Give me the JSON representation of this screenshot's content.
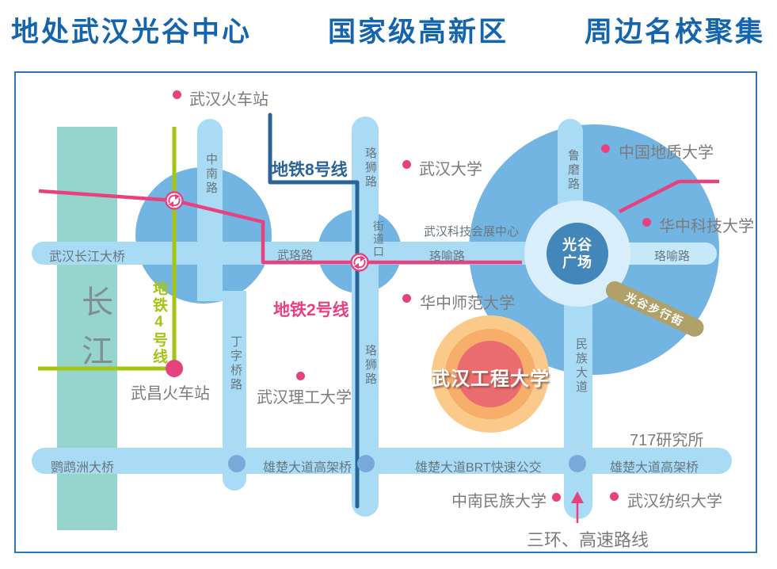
{
  "header": {
    "slogans": [
      "地处武汉光谷中心",
      "国家级高新区",
      "周边名校聚集"
    ]
  },
  "colors": {
    "header_blue": "#1565ae",
    "map_border": "#2f74b5",
    "river_teal": "#95d5cd",
    "circle_blue": "#72b5e3",
    "road_blue": "#a9dcf4",
    "road_pale": "#c6e9f9",
    "metro2": "#e8417f",
    "metro4": "#a5c515",
    "metro8": "#2a6496",
    "poi_dot_pink": "#e8417f",
    "junction_dot_blue": "#79a9da",
    "guanggu_inner_blue": "#4387ba",
    "walking_street_khaki": "#b0a069",
    "wit_outer_orange": "#fbca8b",
    "wit_mid_orange": "#f7ae6b",
    "wit_inner_red": "#ea6c6e"
  },
  "map": {
    "river": "长江",
    "metro_lines": {
      "line2": "地铁2号线",
      "line4": "地铁4号线",
      "line8": "地铁8号线"
    },
    "stations": {
      "wuhan_railway": "武汉火车站",
      "wuchang_railway": "武昌火车站"
    },
    "roads": {
      "zhongnan": "中南路",
      "luoshi": "珞狮路",
      "jiedaokou": "街道口",
      "lumo": "鲁磨路",
      "minzu": "民族大道",
      "dingziqiao": "丁字桥路",
      "wuluo": "武珞路",
      "luoyu": "珞喻路",
      "changjiang_bridge": "武汉长江大桥",
      "yingwuzhou_bridge": "鹦鹉洲大桥",
      "xiongchu_viaduct": "雄楚大道高架桥",
      "xiongchu_brt": "雄楚大道BRT快速公交",
      "ring_expressway": "三环、高速路线"
    },
    "universities": {
      "whu": "武汉大学",
      "cug": "中国地质大学",
      "hust": "华中科技大学",
      "ccnu": "华中师范大学",
      "wut": "武汉理工大学",
      "wit": "武汉工程大学",
      "scmzu": "中南民族大学",
      "wtu": "武汉纺织大学"
    },
    "landmarks": {
      "expo": "武汉科技会展中心",
      "guanggu_square": "光谷\n广场",
      "walking_street": "光谷步行街",
      "inst717": "717研究所"
    }
  }
}
